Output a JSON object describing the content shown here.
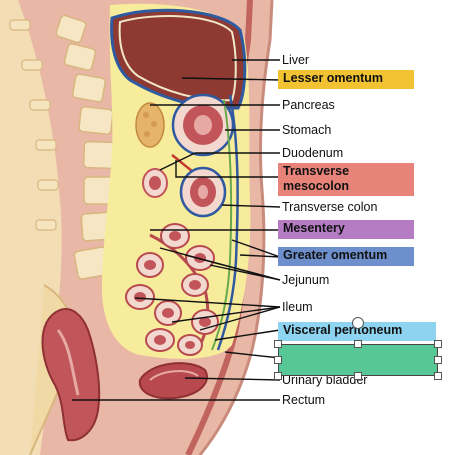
{
  "labels": {
    "liver": "Liver",
    "pancreas": "Pancreas",
    "stomach": "Stomach",
    "duodenum": "Duodenum",
    "transverse_colon": "Transverse colon",
    "jejunum": "Jejunum",
    "ileum": "Ileum",
    "urinary_bladder": "Urinary bladder",
    "rectum": "Rectum"
  },
  "answer_boxes": {
    "lesser_omentum": {
      "text": "Lesser omentum",
      "color": "#f1c232"
    },
    "transverse_mesocolon": {
      "text": "Transverse\nmesocolon",
      "color": "#e8837a"
    },
    "mesentery": {
      "text": "Mesentery",
      "color": "#b57cc4"
    },
    "greater_omentum": {
      "text": "Greater omentum",
      "color": "#6d8fcc"
    },
    "visceral_peritoneum": {
      "text": "Visceral peritoneum",
      "color": "#8ed3f0"
    },
    "selected_blank": {
      "text": "",
      "color": "#57c795"
    }
  },
  "colors": {
    "tissue": "#e9b7a6",
    "spine": "#f3ddb4",
    "peritoneum_yellow": "#f7ec9c",
    "organ_red": "#b84a4f",
    "liver": "#8e3a33",
    "leader_line": "#111111"
  }
}
